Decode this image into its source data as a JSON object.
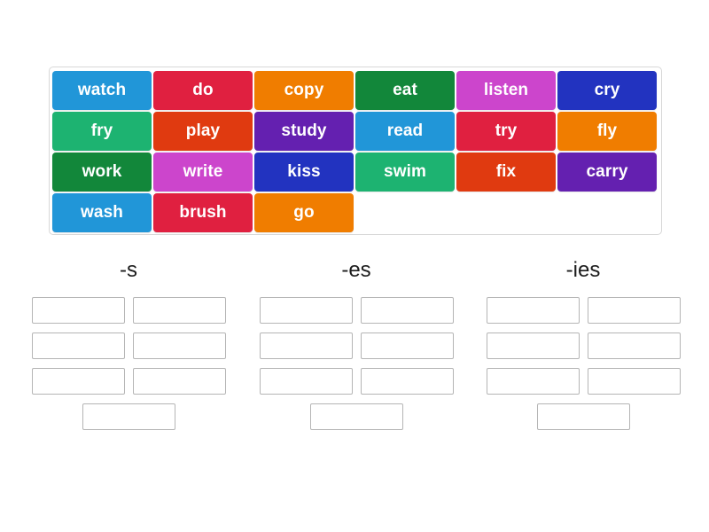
{
  "activity": {
    "type": "group-sort",
    "tile_bank": {
      "name": "word-tile-bank",
      "rows": [
        [
          {
            "word": "watch",
            "color": "#2196d8"
          },
          {
            "word": "do",
            "color": "#e02040"
          },
          {
            "word": "copy",
            "color": "#f07d00"
          },
          {
            "word": "eat",
            "color": "#12873a"
          },
          {
            "word": "listen",
            "color": "#cc45cc"
          },
          {
            "word": "cry",
            "color": "#2233c0"
          }
        ],
        [
          {
            "word": "fry",
            "color": "#1db371"
          },
          {
            "word": "play",
            "color": "#e03a10"
          },
          {
            "word": "study",
            "color": "#6420b0"
          },
          {
            "word": "read",
            "color": "#2196d8"
          },
          {
            "word": "try",
            "color": "#e02040"
          },
          {
            "word": "fly",
            "color": "#f07d00"
          }
        ],
        [
          {
            "word": "work",
            "color": "#12873a"
          },
          {
            "word": "write",
            "color": "#cc45cc"
          },
          {
            "word": "kiss",
            "color": "#2233c0"
          },
          {
            "word": "swim",
            "color": "#1db371"
          },
          {
            "word": "fix",
            "color": "#e03a10"
          },
          {
            "word": "carry",
            "color": "#6420b0"
          }
        ],
        [
          {
            "word": "wash",
            "color": "#2196d8"
          },
          {
            "word": "brush",
            "color": "#e02040"
          },
          {
            "word": "go",
            "color": "#f07d00"
          }
        ]
      ]
    },
    "columns": [
      {
        "header": "-s",
        "slot_rows": [
          [
            "",
            ""
          ],
          [
            "",
            ""
          ],
          [
            "",
            ""
          ],
          [
            ""
          ]
        ]
      },
      {
        "header": "-es",
        "slot_rows": [
          [
            "",
            ""
          ],
          [
            "",
            ""
          ],
          [
            "",
            ""
          ],
          [
            ""
          ]
        ]
      },
      {
        "header": "-ies",
        "slot_rows": [
          [
            "",
            ""
          ],
          [
            "",
            ""
          ],
          [
            "",
            ""
          ],
          [
            ""
          ]
        ]
      }
    ]
  }
}
